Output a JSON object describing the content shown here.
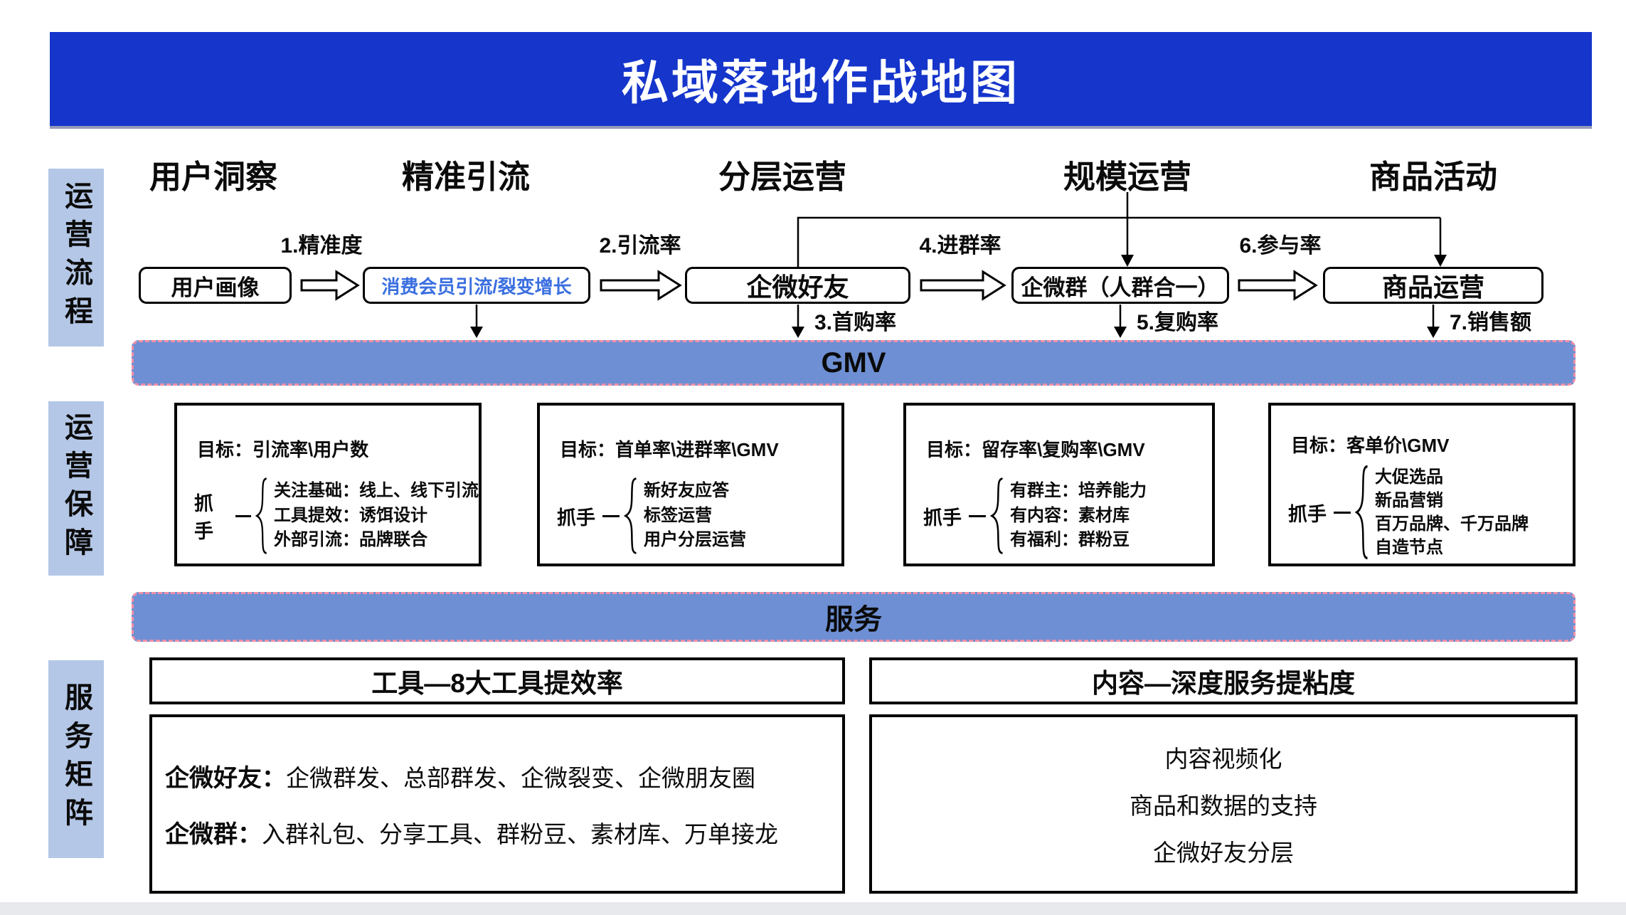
{
  "title": "私域落地作战地图",
  "colors": {
    "banner": "#1535cb",
    "sidebar": "#b4c7e7",
    "bar_fill": "#6e8fd3",
    "bar_border": "#f290a6",
    "highlight_text": "#3b6fe0"
  },
  "sidebar": {
    "sections": [
      {
        "label": "运营流程"
      },
      {
        "label": "运营保障"
      },
      {
        "label": "服务矩阵"
      }
    ]
  },
  "process": {
    "column_headers": [
      "用户洞察",
      "精准引流",
      "分层运营",
      "规模运营",
      "商品活动"
    ],
    "nodes": [
      {
        "label": "用户画像"
      },
      {
        "label": "消费会员引流/裂变增长"
      },
      {
        "label": "企微好友"
      },
      {
        "label": "企微群（人群合一）"
      },
      {
        "label": "商品运营"
      }
    ],
    "metrics": [
      "1.精准度",
      "2.引流率",
      "3.首购率",
      "4.进群率",
      "5.复购率",
      "6.参与率",
      "7.销售额"
    ]
  },
  "gmv_bar_label": "GMV",
  "service_bar_label": "服务",
  "guarantee": {
    "boxes": [
      {
        "goal": "目标：引流率\\用户数",
        "handle": "抓手",
        "items": [
          "关注基础：线上、线下引流",
          "工具提效：诱饵设计",
          "外部引流：品牌联合"
        ]
      },
      {
        "goal": "目标：首单率\\进群率\\GMV",
        "handle": "抓手",
        "items": [
          "新好友应答",
          "标签运营",
          "用户分层运营"
        ]
      },
      {
        "goal": "目标：留存率\\复购率\\GMV",
        "handle": "抓手",
        "items": [
          "有群主：培养能力",
          "有内容：素材库",
          "有福利：群粉豆"
        ]
      },
      {
        "goal": "目标：客单价\\GMV",
        "handle": "抓手",
        "items": [
          "大促选品",
          "新品营销",
          "百万品牌、千万品牌",
          "自造节点"
        ]
      }
    ]
  },
  "matrix": {
    "left": {
      "header": "工具—8大工具提效率",
      "rows": [
        {
          "prefix": "企微好友：",
          "text": "企微群发、总部群发、企微裂变、企微朋友圈"
        },
        {
          "prefix": "企微群：",
          "text": "入群礼包、分享工具、群粉豆、素材库、万单接龙"
        }
      ]
    },
    "right": {
      "header": "内容—深度服务提粘度",
      "lines": [
        "内容视频化",
        "商品和数据的支持",
        "企微好友分层"
      ]
    }
  }
}
